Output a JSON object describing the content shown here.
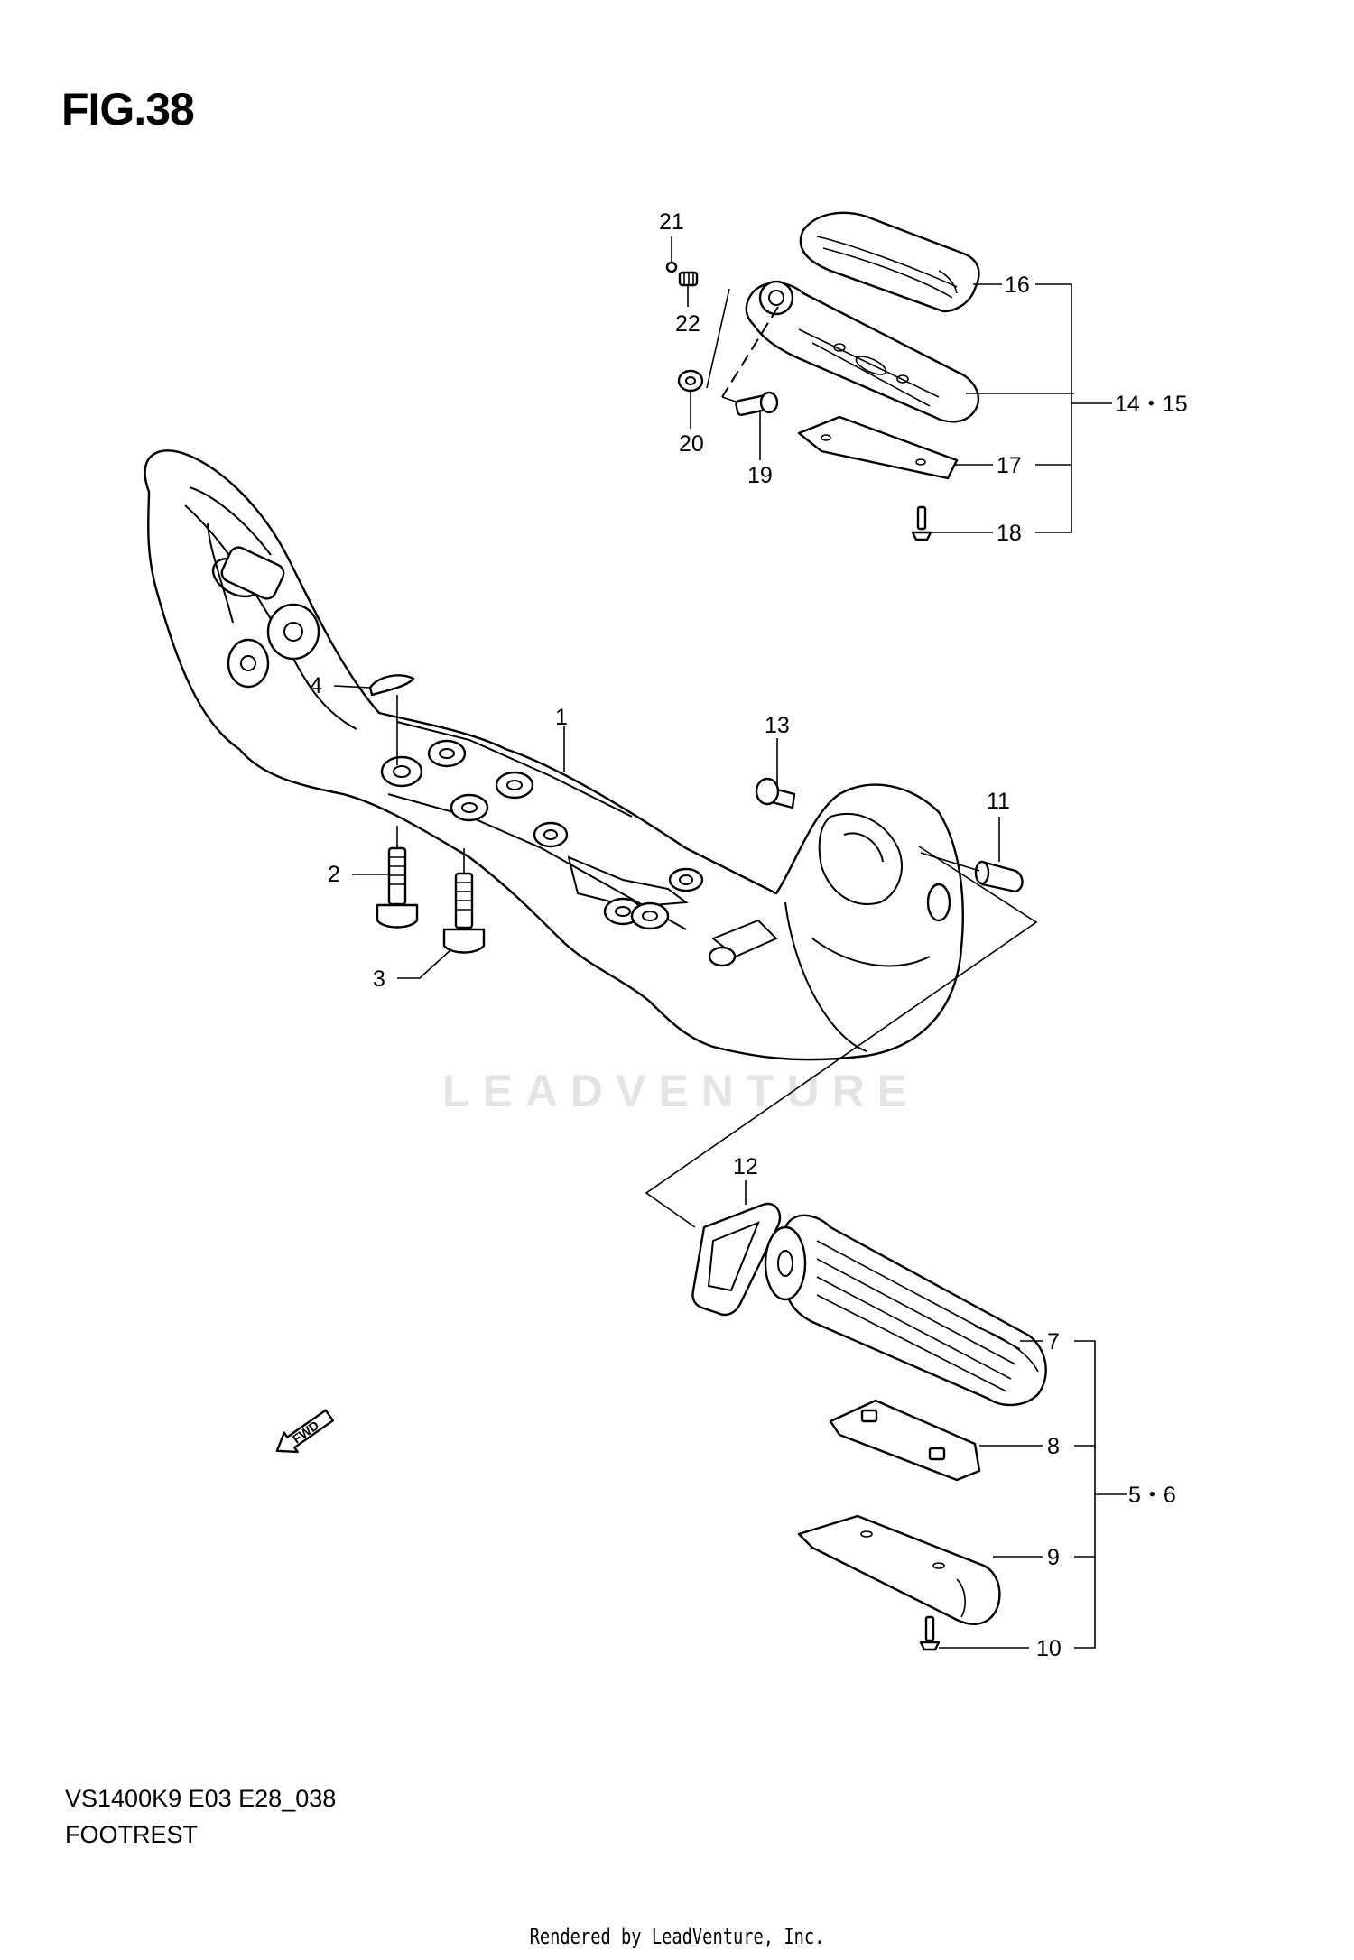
{
  "figure": {
    "title": "FIG.38"
  },
  "footer": {
    "model_code": "VS1400K9 E03 E28_038",
    "assembly_name": "FOOTREST"
  },
  "render_note": "Rendered by LeadVenture, Inc.",
  "watermark": "LEADVENTURE",
  "fwd_label": "FWD",
  "callouts": {
    "c1": "1",
    "c2": "2",
    "c3": "3",
    "c4": "4",
    "c5_6": "5・6",
    "c7": "7",
    "c8": "8",
    "c9": "9",
    "c10": "10",
    "c11": "11",
    "c12": "12",
    "c13": "13",
    "c14_15": "14・15",
    "c16": "16",
    "c17": "17",
    "c18": "18",
    "c19": "19",
    "c20": "20",
    "c21": "21",
    "c22": "22"
  }
}
